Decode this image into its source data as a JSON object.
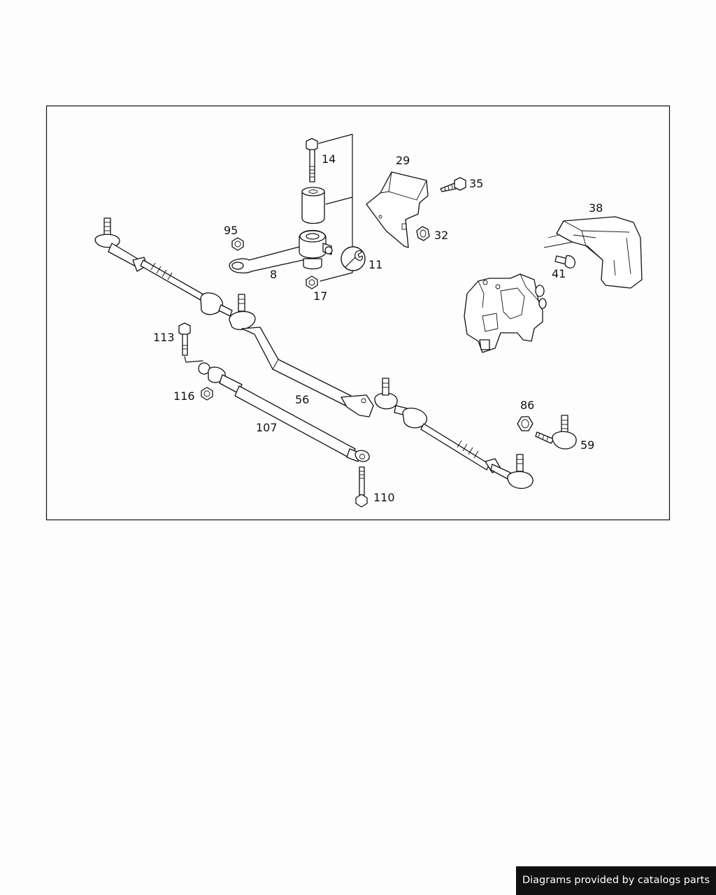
{
  "diagram": {
    "callouts": {
      "p8": "8",
      "p11": "11",
      "p14": "14",
      "p17": "17",
      "p29": "29",
      "p32": "32",
      "p35": "35",
      "p38": "38",
      "p41": "41",
      "p56": "56",
      "p59": "59",
      "p86": "86",
      "p95": "95",
      "p107": "107",
      "p110": "110",
      "p113": "113",
      "p116": "116"
    }
  },
  "footer": {
    "credit": "Diagrams provided by catalogs parts"
  }
}
